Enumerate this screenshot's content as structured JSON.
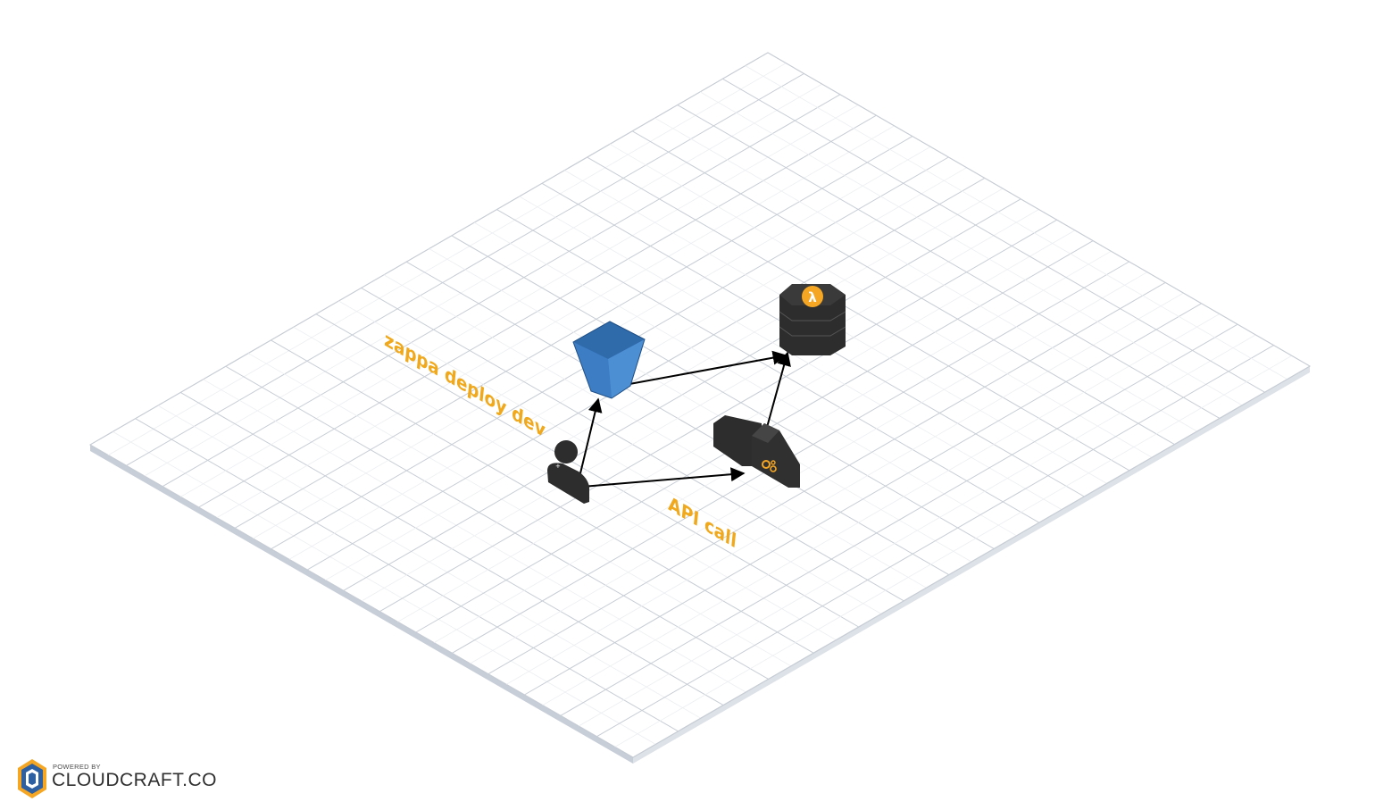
{
  "diagram": {
    "nodes": [
      {
        "id": "user",
        "icon": "user-icon"
      },
      {
        "id": "s3-bucket",
        "icon": "s3-bucket-icon",
        "color": "#3c7dc4"
      },
      {
        "id": "lambda-function",
        "icon": "lambda-icon",
        "glyph": "λ",
        "accent": "#f5a623"
      },
      {
        "id": "api-gateway",
        "icon": "api-gateway-icon",
        "accent": "#f5a623"
      }
    ],
    "edges": [
      {
        "from": "user",
        "to": "s3-bucket"
      },
      {
        "from": "user",
        "to": "api-gateway"
      },
      {
        "from": "s3-bucket",
        "to": "lambda-function"
      },
      {
        "from": "api-gateway",
        "to": "lambda-function"
      }
    ],
    "labels": {
      "deploy": "zappa deploy dev",
      "api": "API call"
    },
    "colors": {
      "label": "#f0a81c",
      "grid": "#d9dde3",
      "dark_node": "#2d2d2d",
      "bucket": "#3c7dc4"
    }
  },
  "branding": {
    "powered_by": "POWERED BY",
    "name": "CLOUDCRAFT.CO"
  }
}
